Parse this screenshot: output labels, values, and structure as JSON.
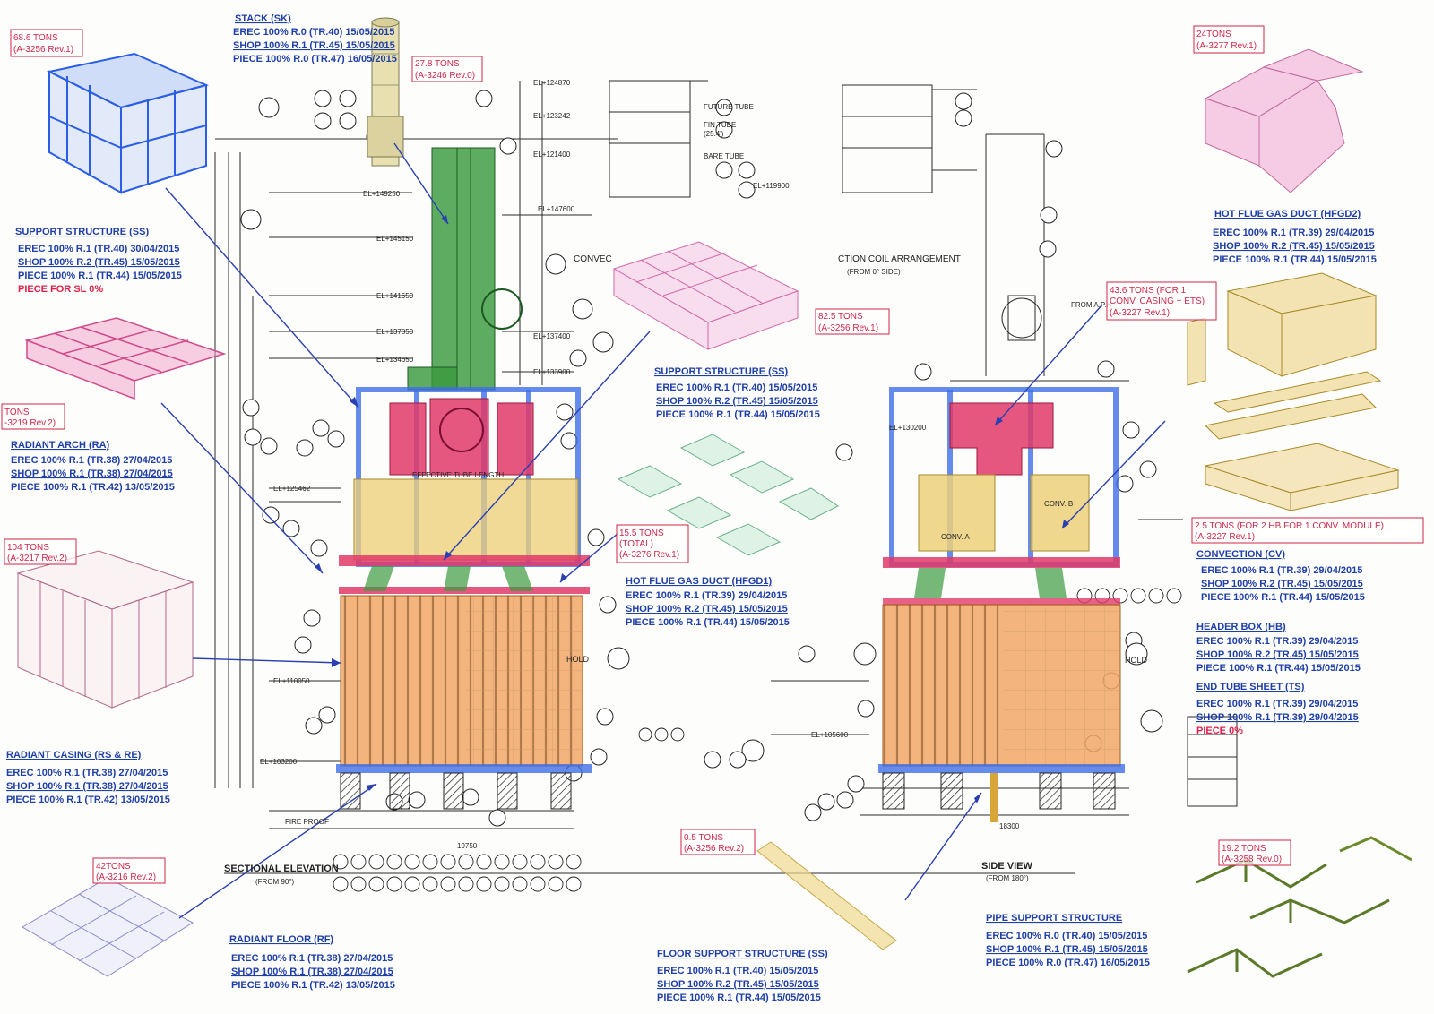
{
  "colors": {
    "label_blue": "#1f3fa8",
    "label_red": "#e0204a",
    "tons_red": "#d0254a",
    "duct_blue": "#3f6ee8",
    "stack_green": "#3a9a3e",
    "hot_pink": "#e23a6a",
    "orange": "#f2a766",
    "yellow": "#ecd07a",
    "line_black": "#2a2a2a"
  },
  "tons_boxes": {
    "ss_top": {
      "tons": "68.6 TONS",
      "ref": "(A-3256 Rev.1)"
    },
    "stack": {
      "tons": "27.8 TONS",
      "ref": "(A-3246 Rev.0)"
    },
    "ss_mid": {
      "tons": "82.5 TONS",
      "ref": "(A-3256 Rev.1)"
    },
    "hfgd2": {
      "tons": "24TONS",
      "ref": "(A-3277 Rev.1)"
    },
    "conv": {
      "tons": "43.6 TONS (FOR 1",
      "tons2": "CONV. CASING + ETS)",
      "ref": "(A-3227 Rev.1)"
    },
    "ra": {
      "tons": "TONS",
      "ref": "-3219 Rev.2)"
    },
    "rc": {
      "tons": "104 TONS",
      "ref": "(A-3217 Rev.2)"
    },
    "hfgd1": {
      "tons": "15.5 TONS",
      "tons2": "(TOTAL)",
      "ref": "(A-3276 Rev.1)"
    },
    "hb": {
      "tons": "2.5 TONS (FOR 2 HB FOR 1 CONV. MODULE)",
      "ref": "(A-3227 Rev.1)"
    },
    "rf": {
      "tons": "42TONS",
      "ref": "(A-3216 Rev.2)"
    },
    "fss": {
      "tons": "0.5 TONS",
      "ref": "(A-3256 Rev.2)"
    },
    "pss": {
      "tons": "19.2 TONS",
      "ref": "(A-3258 Rev.0)"
    }
  },
  "sections": {
    "stack": {
      "title": "STACK (SK)",
      "erec": "EREC 100% R.0 (TR.40) 15/05/2015",
      "shop": "SHOP 100% R.1 (TR.45) 15/05/2015",
      "piece": "PIECE 100% R.0 (TR.47) 16/05/2015"
    },
    "ss_left": {
      "title": "SUPPORT STRUCTURE (SS)",
      "erec": "EREC 100% R.1 (TR.40) 30/04/2015",
      "shop": "SHOP 100% R.2 (TR.45) 15/05/2015",
      "piece": "PIECE 100% R.1 (TR.44) 15/05/2015",
      "extra": "PIECE FOR SL 0%"
    },
    "ra": {
      "title": "RADIANT ARCH (RA)",
      "erec": "EREC 100% R.1 (TR.38) 27/04/2015",
      "shop": "SHOP 100% R.1 (TR.38) 27/04/2015",
      "piece": "PIECE 100% R.1 (TR.42) 13/05/2015"
    },
    "rc": {
      "title": "RADIANT CASING (RS & RE)",
      "erec": "EREC 100% R.1 (TR.38) 27/04/2015",
      "shop": "SHOP 100% R.1 (TR.38) 27/04/2015",
      "piece": "PIECE 100% R.1 (TR.42) 13/05/2015"
    },
    "rf": {
      "title": "RADIANT FLOOR (RF)",
      "erec": "EREC 100% R.1 (TR.38) 27/04/2015",
      "shop": "SHOP 100% R.1 (TR.38) 27/04/2015",
      "piece": "PIECE 100% R.1 (TR.42) 13/05/2015"
    },
    "ss_mid": {
      "title": "SUPPORT STRUCTURE (SS)",
      "erec": "EREC 100% R.1 (TR.40) 15/05/2015",
      "shop": "SHOP 100% R.2 (TR.45) 15/05/2015",
      "piece": "PIECE 100% R.1 (TR.44) 15/05/2015"
    },
    "hfgd1": {
      "title": "HOT FLUE GAS DUCT (HFGD1)",
      "erec": "EREC 100% R.1 (TR.39) 29/04/2015",
      "shop": "SHOP 100% R.2 (TR.45) 15/05/2015",
      "piece": "PIECE 100% R.1 (TR.44) 15/05/2015"
    },
    "fss": {
      "title": "FLOOR SUPPORT STRUCTURE (SS)",
      "erec": "EREC 100% R.1 (TR.40) 15/05/2015",
      "shop": "SHOP 100% R.2 (TR.45) 15/05/2015",
      "piece": "PIECE 100% R.1 (TR.44) 15/05/2015"
    },
    "pss": {
      "title": "PIPE SUPPORT STRUCTURE",
      "erec": "EREC 100% R.0 (TR.40) 15/05/2015",
      "shop": "SHOP 100% R.1 (TR.45) 15/05/2015",
      "piece": "PIECE 100% R.0 (TR.47) 16/05/2015"
    },
    "hfgd2": {
      "title": "HOT FLUE GAS DUCT (HFGD2)",
      "erec": "EREC 100% R.1 (TR.39) 29/04/2015",
      "shop": "SHOP 100% R.2 (TR.45) 15/05/2015",
      "piece": "PIECE 100% R.1 (TR.44) 15/05/2015"
    },
    "cv": {
      "title": "CONVECTION (CV)",
      "erec": "EREC 100% R.1 (TR.39) 29/04/2015",
      "shop": "SHOP 100% R.2 (TR.45) 15/05/2015",
      "piece": "PIECE 100% R.1 (TR.44) 15/05/2015"
    },
    "hb": {
      "title": "HEADER BOX (HB)",
      "erec": "EREC 100% R.1 (TR.39) 29/04/2015",
      "shop": "SHOP 100% R.2 (TR.45) 15/05/2015",
      "piece": "PIECE 100% R.1 (TR.44) 15/05/2015"
    },
    "ts": {
      "title": "END TUBE SHEET (TS)",
      "erec": "EREC 100% R.1 (TR.39) 29/04/2015",
      "shop": "SHOP 100% R.1 (TR.39) 29/04/2015",
      "piece": "PIECE 0%"
    }
  },
  "drawing_labels": {
    "sectional_elevation": "SECTIONAL ELEVATION",
    "sectional_from": "(FROM 90°)",
    "side_view": "SIDE VIEW",
    "side_from": "(FROM 180°)",
    "coil_arrangement": "CTION COIL ARRANGEMENT",
    "coil_from": "(FROM 0° SIDE)",
    "convec": "CONVEC",
    "future_tube": "FUTURE TUBE",
    "fin_tube": "FIN TUBE",
    "fin_tube_size": "(25.4')",
    "bare_tube": "BARE TUBE",
    "effective_tube_length": "EFFECTIVE TUBE LENGTH",
    "hold": "HOLD",
    "fire_proof": "FIRE PROOF",
    "from_aph": "FROM A.P.H",
    "conv_a": "CONV. A",
    "conv_b": "CONV. B",
    "dim_19750": "19750",
    "dim_18300": "18300",
    "elevations": [
      "EL+149250",
      "EL+147600",
      "EL+145150",
      "EL+141650",
      "EL+137850",
      "EL+134650",
      "EL+130200",
      "EL+125462",
      "EL+124870",
      "EL+123242",
      "EL+121400",
      "EL+119900",
      "EL+110050",
      "EL+105600",
      "EL+103200",
      "EL+137400",
      "EL+133900"
    ]
  }
}
